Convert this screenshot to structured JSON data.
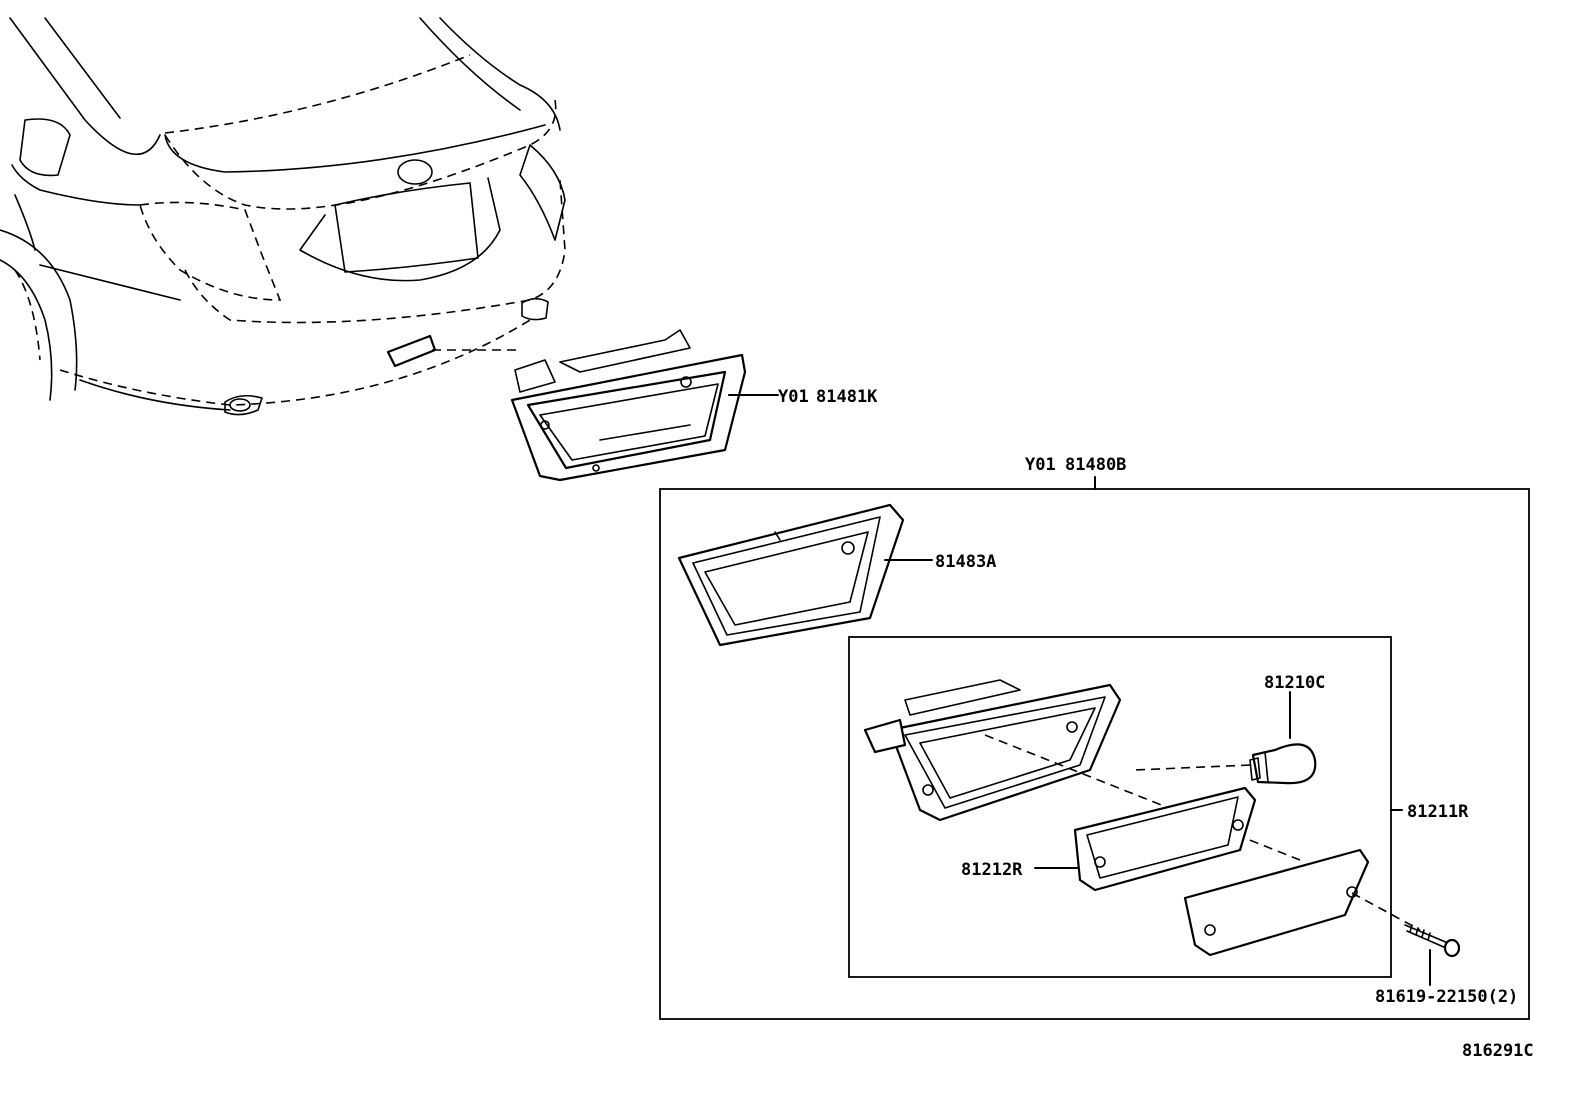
{
  "diagram": {
    "figure_code": "816291C",
    "assembly": {
      "code": "Y01",
      "part_number": "81480B"
    },
    "bracket": {
      "code": "Y01",
      "part_number": "81481K"
    },
    "parts": {
      "bezel": "81483A",
      "bulb": "81210C",
      "lamp_unit": "81211R",
      "gasket": "81212R",
      "screw": "81619-22150(2)"
    }
  }
}
